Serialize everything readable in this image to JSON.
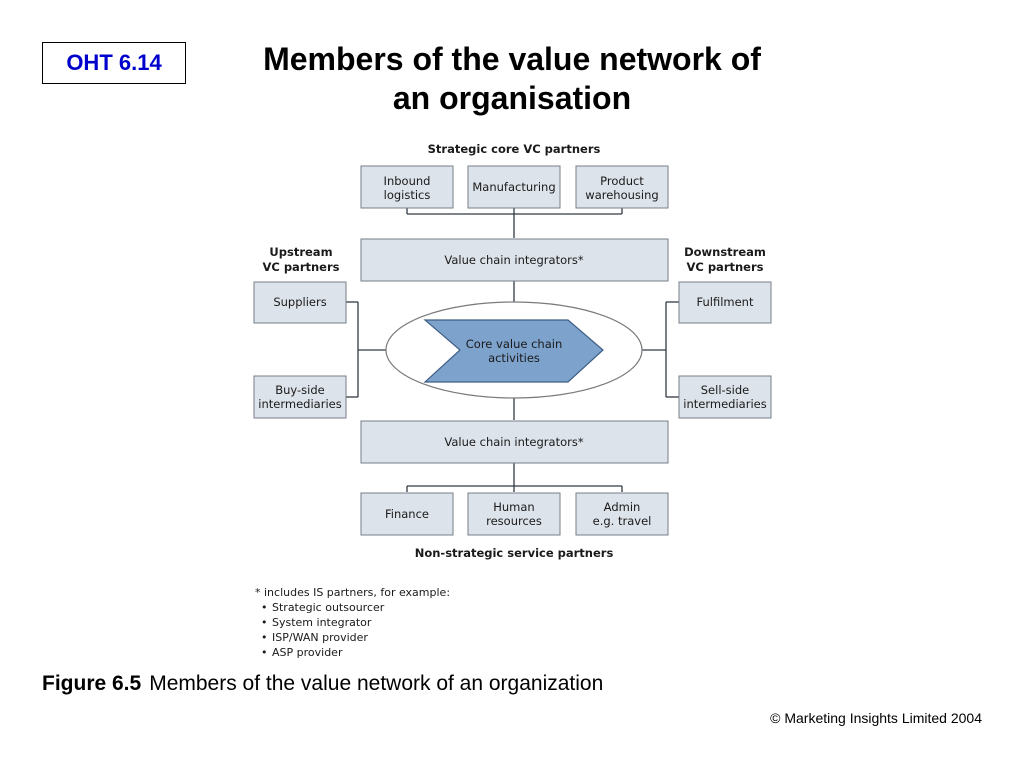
{
  "slide": {
    "badge": "OHT 6.14",
    "title_line1": "Members of the value network of",
    "title_line2": "an organisation",
    "caption_label": "Figure 6.5",
    "caption_text": "Members of the value network of an organization",
    "copyright": "© Marketing Insights Limited 2004"
  },
  "diagram": {
    "top_heading": "Strategic core VC partners",
    "top_boxes": [
      [
        "Inbound",
        "logistics"
      ],
      [
        "Manufacturing"
      ],
      [
        "Product",
        "warehousing"
      ]
    ],
    "integrator_top": "Value chain integrators*",
    "upstream_heading": [
      "Upstream",
      "VC partners"
    ],
    "downstream_heading": [
      "Downstream",
      "VC partners"
    ],
    "left_boxes": [
      [
        "Suppliers"
      ],
      [
        "Buy-side",
        "intermediaries"
      ]
    ],
    "right_boxes": [
      [
        "Fulfilment"
      ],
      [
        "Sell-side",
        "intermediaries"
      ]
    ],
    "core": [
      "Core value chain",
      "activities"
    ],
    "integrator_bottom": "Value chain integrators*",
    "bottom_boxes": [
      [
        "Finance"
      ],
      [
        "Human",
        "resources"
      ],
      [
        "Admin",
        "e.g. travel"
      ]
    ],
    "bottom_heading": "Non-strategic service partners",
    "footnote_title": "* includes IS partners, for example:",
    "footnote_items": [
      "Strategic outsourcer",
      "System integrator",
      "ISP/WAN provider",
      "ASP provider"
    ]
  }
}
